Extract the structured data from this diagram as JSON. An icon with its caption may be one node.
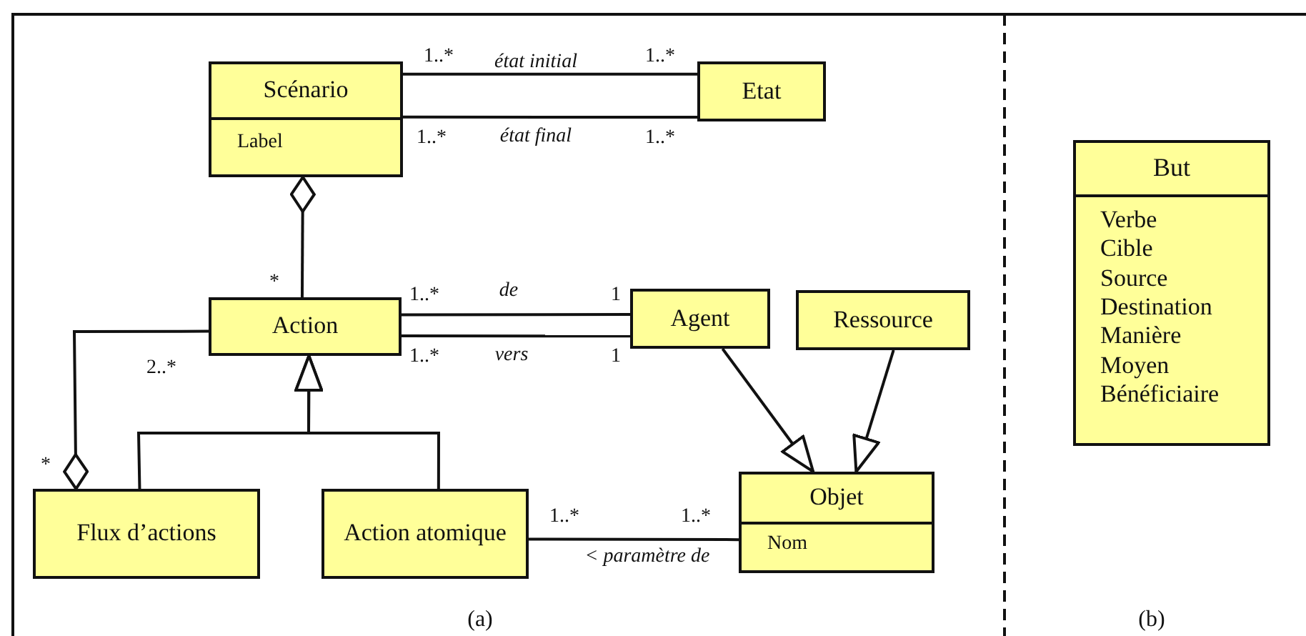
{
  "diagram": {
    "nodes": [
      {
        "text": [
          "Scénario",
          "Label"
        ]
      },
      {
        "text": [
          "Etat"
        ]
      },
      {
        "text": [
          "Action"
        ]
      },
      {
        "text": [
          "Agent"
        ]
      },
      {
        "text": [
          "Ressource"
        ]
      },
      {
        "text": [
          "Flux d’actions"
        ]
      },
      {
        "text": [
          "Action atomique"
        ]
      },
      {
        "text": [
          "Objet",
          "Nom"
        ]
      },
      {
        "text": [
          "But",
          "Verbe",
          "Cible",
          "Source",
          "Destination",
          "Manière",
          "Moyen",
          "Bénéficiaire"
        ]
      }
    ],
    "edges": [
      {
        "from": 0,
        "to": 1,
        "arrow": "none",
        "label": "état initial"
      },
      {
        "from": 0,
        "to": 1,
        "arrow": "none",
        "label": "état final"
      },
      {
        "from": 0,
        "to": 2,
        "arrow": "other"
      },
      {
        "from": 2,
        "to": 3,
        "arrow": "none",
        "label": "de"
      },
      {
        "from": 2,
        "to": 3,
        "arrow": "none",
        "label": "vers"
      },
      {
        "from": 6,
        "to": 2,
        "arrow": "to"
      },
      {
        "from": 5,
        "to": 2,
        "arrow": "to"
      },
      {
        "from": 3,
        "to": 7,
        "arrow": "to"
      },
      {
        "from": 4,
        "to": 7,
        "arrow": "to"
      },
      {
        "from": 6,
        "to": 7,
        "arrow": "none",
        "label": "< paramètre de"
      },
      {
        "from": 5,
        "to": 2,
        "arrow": "other"
      }
    ],
    "labels": [
      "1..*",
      "1..*",
      "1..*",
      "1..*",
      "*",
      "1..*",
      "1",
      "1..*",
      "1",
      "2..*",
      "*",
      "1..*",
      "1..*",
      "(a)",
      "(b)"
    ]
  }
}
